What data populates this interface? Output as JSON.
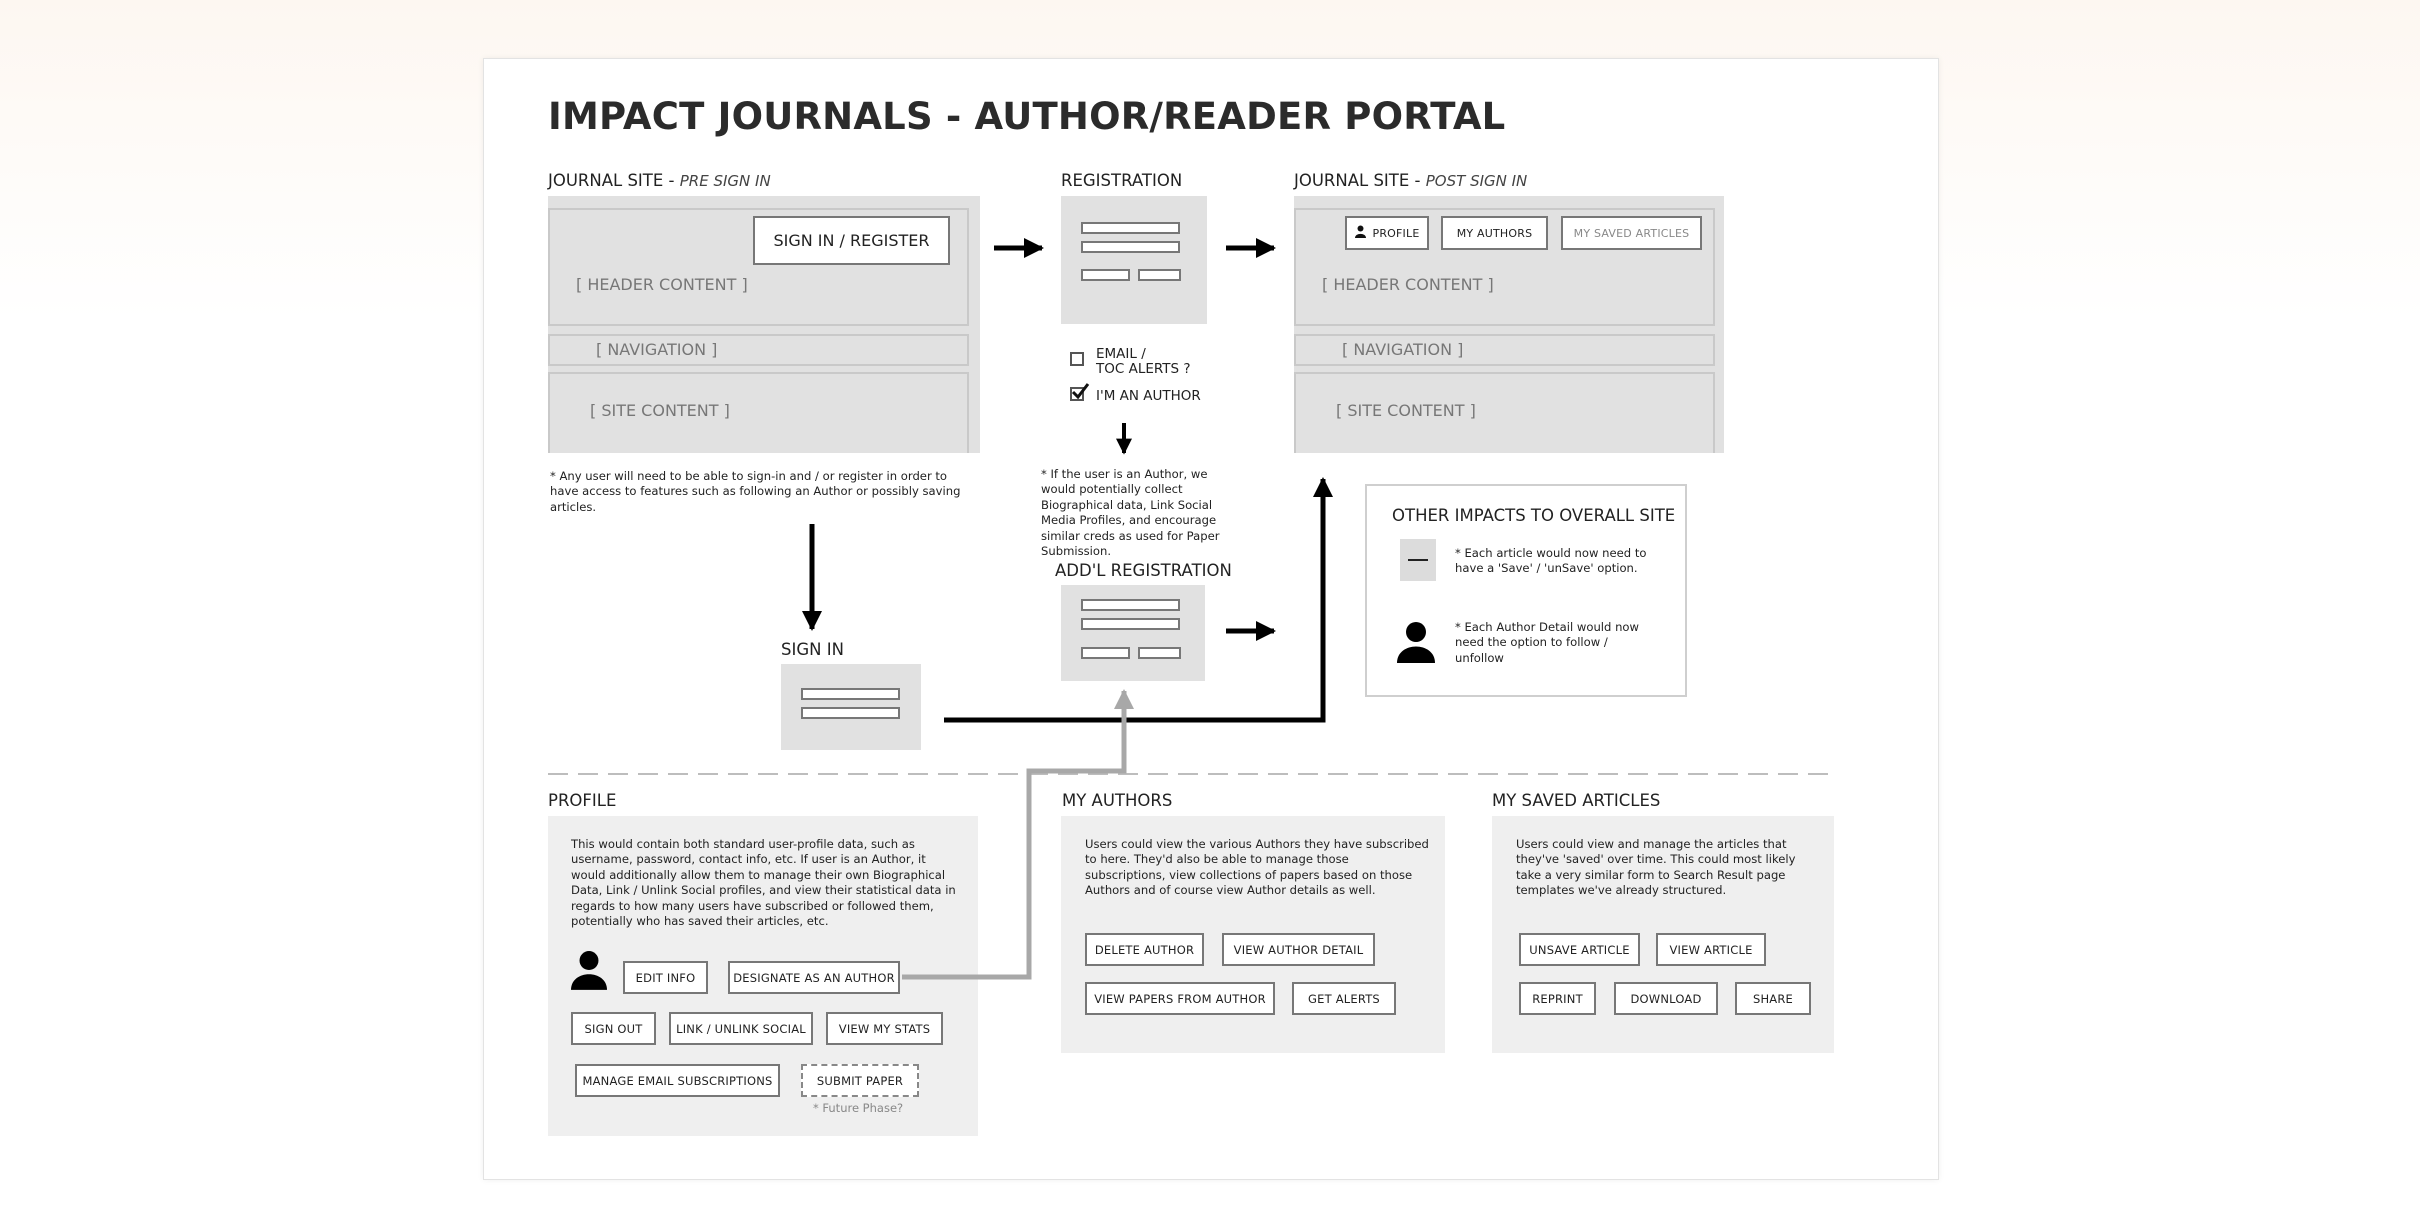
{
  "title": "IMPACT JOURNALS - AUTHOR/READER PORTAL",
  "pre_signin": {
    "label": "JOURNAL SITE - ",
    "label_italic": "PRE SIGN IN",
    "signin_button": "SIGN IN / REGISTER",
    "header": "[ HEADER CONTENT ]",
    "navigation": "[ NAVIGATION ]",
    "site_content": "[ SITE CONTENT ]",
    "note": "* Any user will need to be able to sign-in and / or register in order to have access to features such as following an Author or possibly saving articles."
  },
  "registration": {
    "label": "REGISTRATION",
    "email_alerts_label_1": "EMAIL /",
    "email_alerts_label_2": "TOC ALERTS ?",
    "email_alerts_checked": false,
    "author_label": "I'M AN AUTHOR",
    "author_checked": true,
    "note": "* If the user is an Author, we would potentially collect Biographical data, Link Social Media Profiles, and encourage similar creds as used for Paper Submission."
  },
  "addl_registration": {
    "label": "ADD'L REGISTRATION"
  },
  "signin": {
    "label": "SIGN IN"
  },
  "post_signin": {
    "label": "JOURNAL SITE  - ",
    "label_italic": "POST SIGN IN",
    "profile_button": "PROFILE",
    "my_authors_button": "MY AUTHORS",
    "my_saved_articles_button": "MY SAVED ARTICLES",
    "header": "[ HEADER CONTENT ]",
    "navigation": "[ NAVIGATION ]",
    "site_content": "[ SITE CONTENT ]"
  },
  "other_impacts": {
    "title": "OTHER IMPACTS TO OVERALL SITE",
    "save_note": "* Each article would now need to have a 'Save' / 'unSave' option.",
    "follow_note": "* Each Author Detail would now need the option to follow / unfollow"
  },
  "profile": {
    "label": "PROFILE",
    "description": "This would contain both standard user-profile data, such as username, password, contact info, etc.  If user is an Author, it would additionally allow them to manage their own Biographical Data, Link / Unlink Social profiles, and view their statistical data in regards to how many users have subscribed or followed them, potentially who has saved their articles, etc.",
    "buttons": {
      "edit_info": "EDIT INFO",
      "designate_author": "DESIGNATE AS AN AUTHOR",
      "sign_out": "SIGN  OUT",
      "link_unlink": "LINK / UNLINK SOCIAL",
      "view_stats": "VIEW MY STATS",
      "manage_email": "MANAGE EMAIL SUBSCRIPTIONS",
      "submit_paper": "SUBMIT PAPER"
    },
    "future_note": "* Future Phase?"
  },
  "my_authors": {
    "label": "MY AUTHORS",
    "description": "Users could view the various Authors they have subscribed to here. They'd also be able to manage those subscriptions, view collections of papers based on those Authors and of course view Author details as well.",
    "buttons": {
      "delete_author": "DELETE AUTHOR",
      "view_author_detail": "VIEW AUTHOR DETAIL",
      "view_papers": "VIEW PAPERS FROM AUTHOR",
      "get_alerts": "GET ALERTS"
    }
  },
  "my_saved_articles": {
    "label": "MY SAVED ARTICLES",
    "description": "Users could view and manage the articles that they've 'saved' over time. This could most likely take a very similar form to Search Result page templates we've already structured.",
    "buttons": {
      "unsave_article": "UNSAVE ARTICLE",
      "view_article": "VIEW ARTICLE",
      "reprint": "REPRINT",
      "download": "DOWNLOAD",
      "share": "SHARE"
    }
  },
  "icons": {
    "arrow": "arrow-right-icon",
    "person": "person-icon",
    "save": "save-icon"
  },
  "colors": {
    "wireframe_gray": "#e1e1e1",
    "panel_gray": "#efefef",
    "flow_black": "#000000",
    "flow_gray": "#a8a8a8"
  }
}
